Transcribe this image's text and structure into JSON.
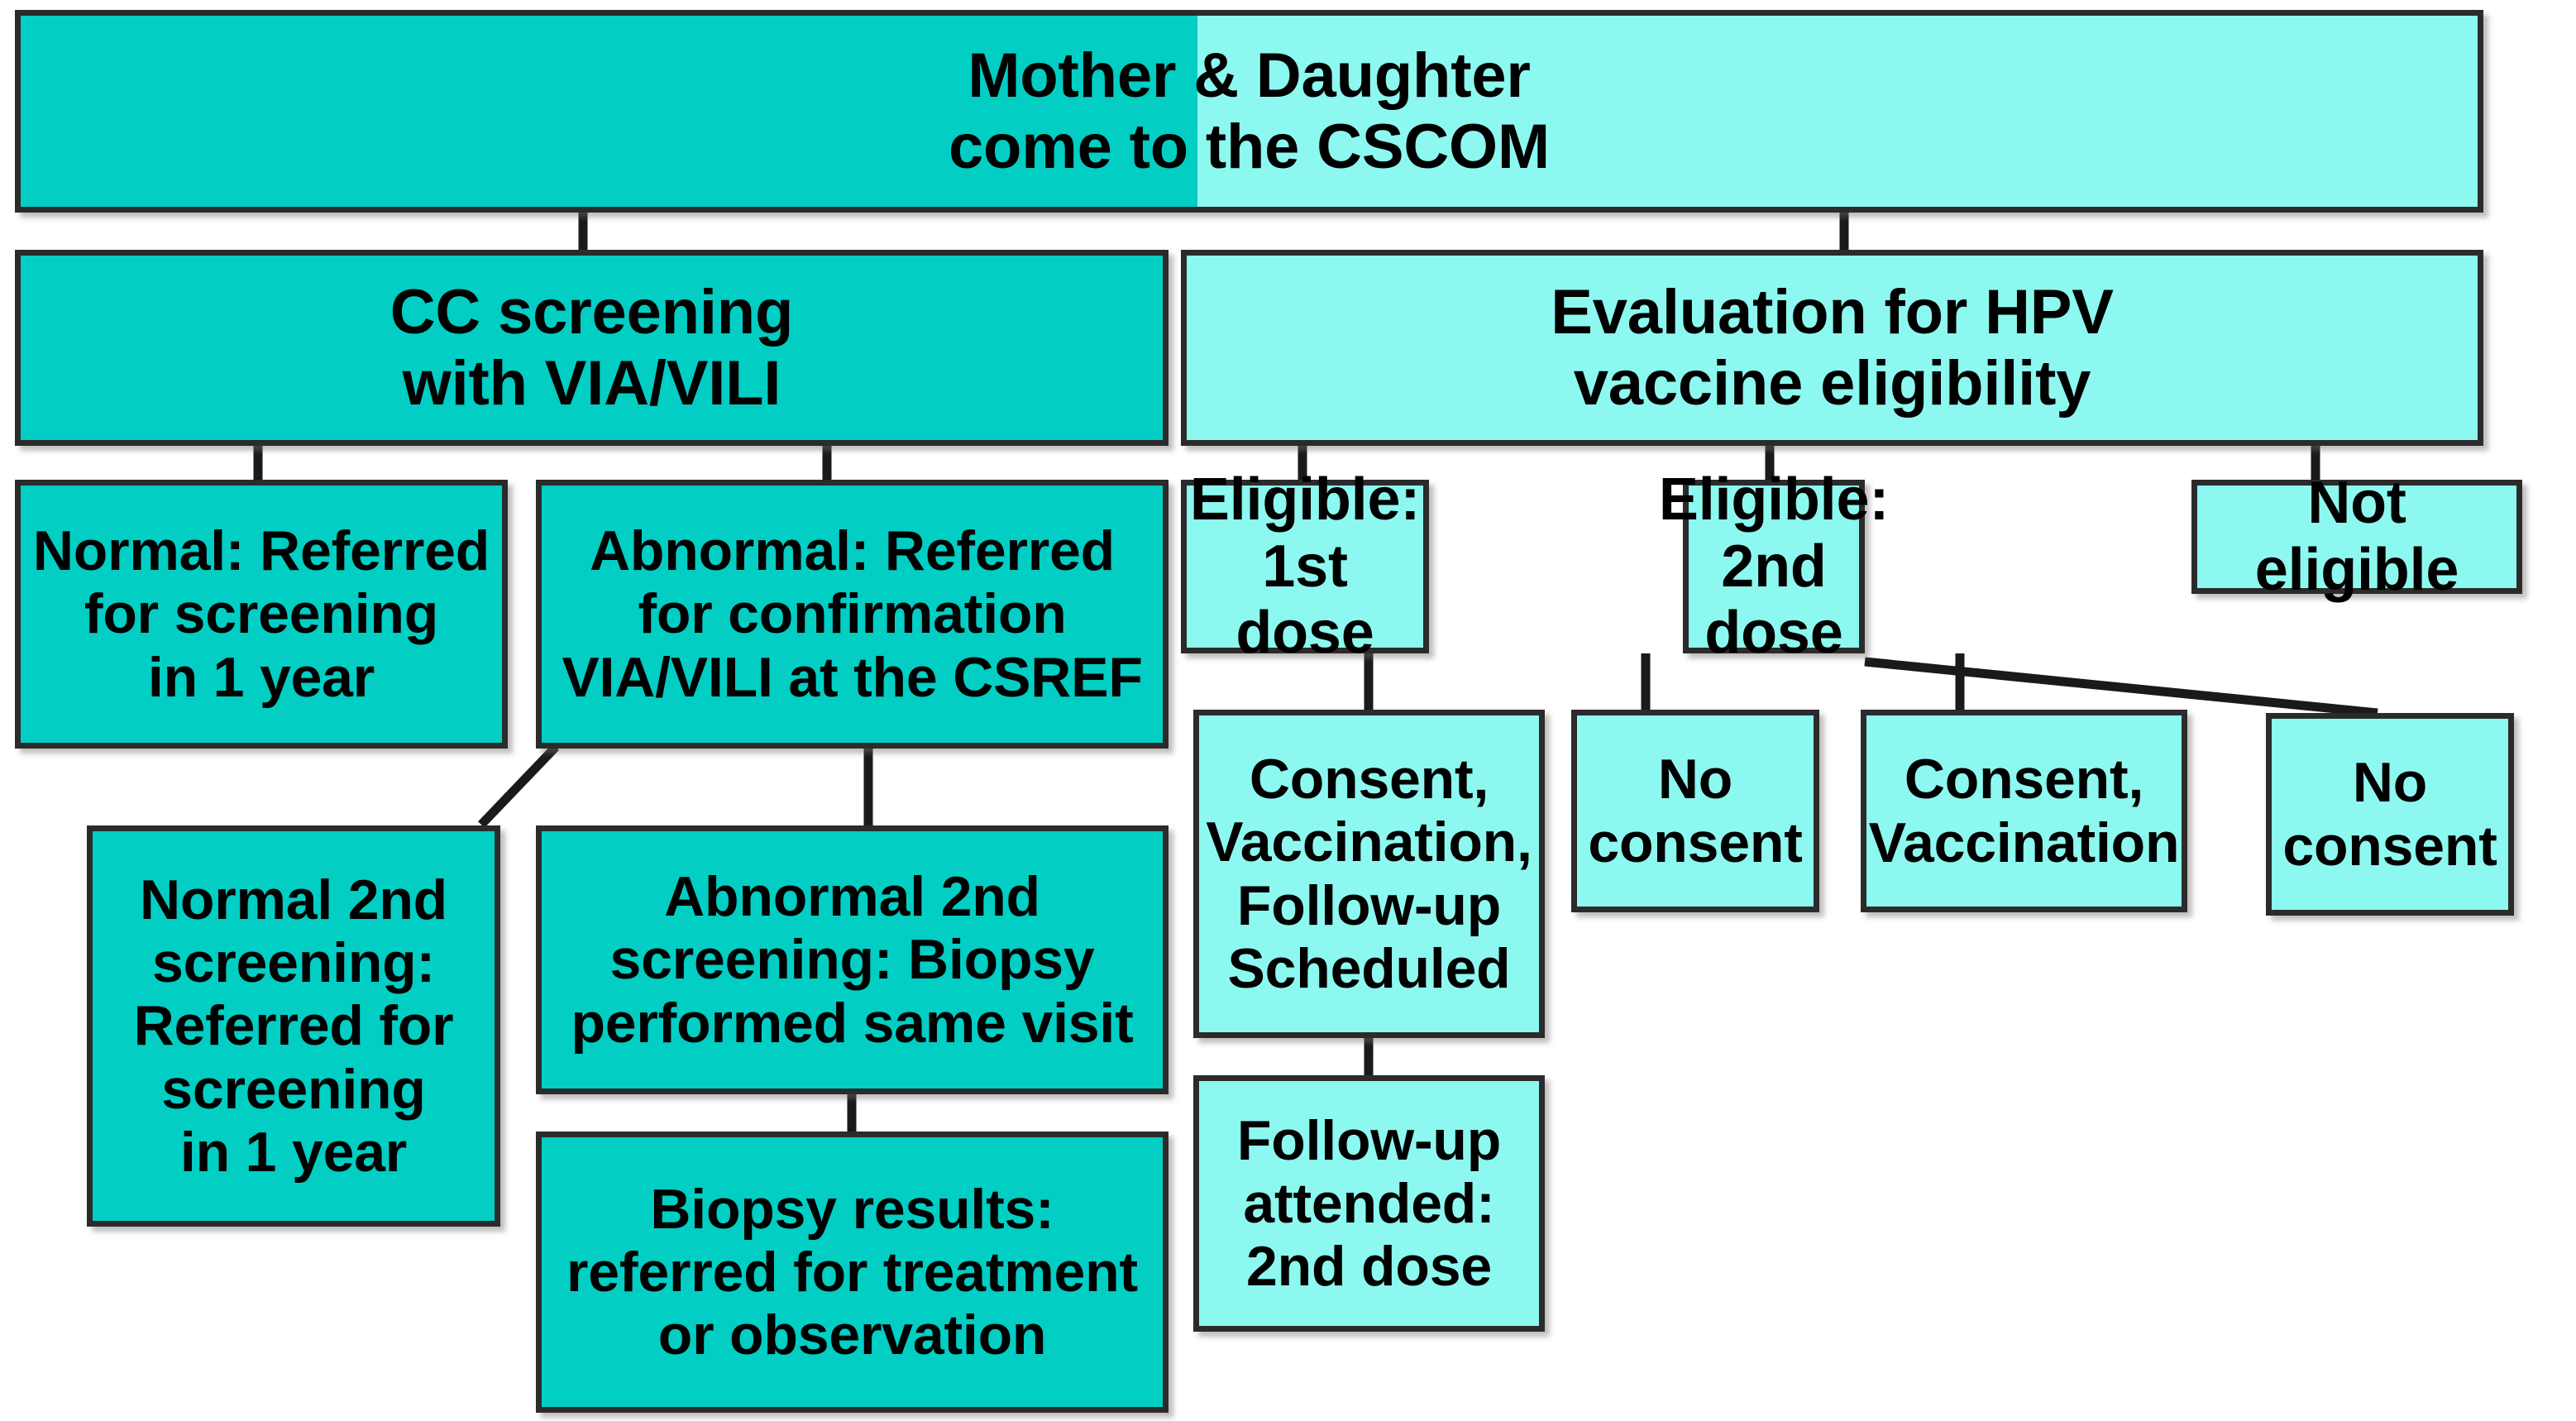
{
  "diagram": {
    "title_node": {
      "id": "root",
      "label": "Mother & Daughter\ncome to the CSCOM"
    },
    "colors": {
      "dark_teal": "#02CEC4",
      "light_cyan": "#8DF8F0",
      "border": "#2B2B2B",
      "background": "#FFFFFF",
      "connector": "#1A1A1A"
    },
    "branches": {
      "screening": {
        "heading": "CC screening\nwith VIA/VILI",
        "outcomes": [
          {
            "id": "normal",
            "label": "Normal: Referred\nfor screening\nin 1 year"
          },
          {
            "id": "abnormal",
            "label": "Abnormal: Referred\nfor confirmation\nVIA/VILI at the CSREF"
          },
          {
            "id": "normal2",
            "label": "Normal 2nd\nscreening:\nReferred for\nscreening\nin 1 year"
          },
          {
            "id": "abnormal2",
            "label": "Abnormal 2nd\nscreening: Biopsy\nperformed same visit"
          },
          {
            "id": "biopsy",
            "label": "Biopsy results:\nreferred for treatment\nor observation"
          }
        ]
      },
      "vaccination": {
        "heading": "Evaluation for HPV\nvaccine eligibility",
        "outcomes": [
          {
            "id": "eligible1",
            "label": "Eligible:\n1st dose"
          },
          {
            "id": "eligible2",
            "label": "Eligible:\n2nd dose"
          },
          {
            "id": "noteligible",
            "label": "Not eligible"
          },
          {
            "id": "consent1",
            "label": "Consent,\nVaccination,\nFollow-up\nScheduled"
          },
          {
            "id": "noconsent1",
            "label": "No\nconsent"
          },
          {
            "id": "consent2",
            "label": "Consent,\nVaccination"
          },
          {
            "id": "noconsent2",
            "label": "No\nconsent"
          },
          {
            "id": "followup",
            "label": "Follow-up\nattended:\n2nd dose"
          }
        ]
      }
    }
  }
}
